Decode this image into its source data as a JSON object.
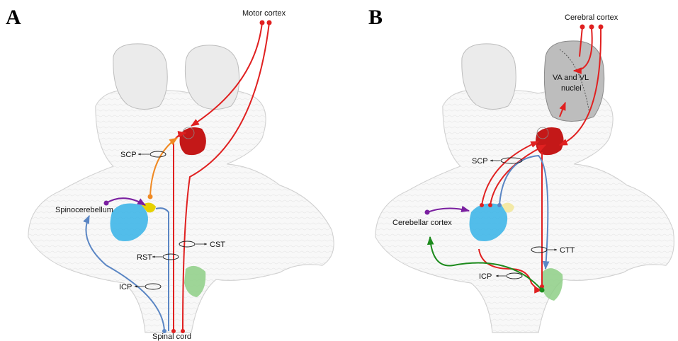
{
  "panels": [
    {
      "id": "A",
      "letter": "A",
      "labels": {
        "motor_cortex": "Motor cortex",
        "scp": "SCP",
        "spinocerebellum": "Spinocerebellum",
        "cst": "CST",
        "rst": "RST",
        "icp": "ICP",
        "spinal_cord": "Spinal cord"
      }
    },
    {
      "id": "B",
      "letter": "B",
      "labels": {
        "cerebral_cortex": "Cerebral cortex",
        "va_vl_line1": "VA and VL",
        "va_vl_line2": "nuclei",
        "scp": "SCP",
        "cerebellar_cortex": "Cerebellar cortex",
        "ctt": "CTT",
        "icp": "ICP"
      }
    }
  ],
  "colors": {
    "motor_pathway": "#e02020",
    "orange_pathway": "#f08a24",
    "blue_pathway": "#5b86c4",
    "purple_pathway": "#7a1fa0",
    "green_pathway": "#1c8a1c",
    "red_nucleus": "#c41818",
    "cerebellum_blue": "#3fb6e8",
    "yellow_nucleus": "#e6d100",
    "green_nucleus": "#8ecf86",
    "brain_outline": "#c8c8c8"
  }
}
